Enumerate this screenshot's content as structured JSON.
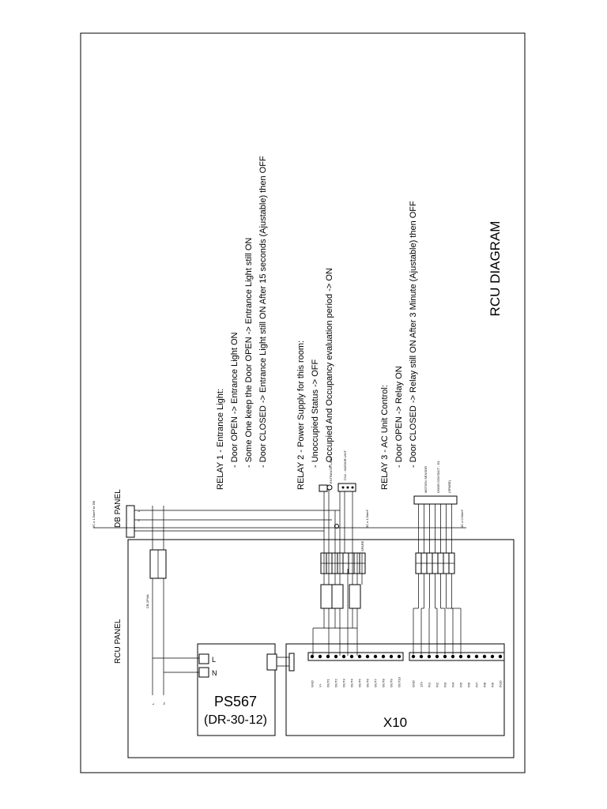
{
  "title": "RCU DIAGRAM",
  "panels": {
    "db": "DB PANEL",
    "rcu": "RCU PANEL"
  },
  "notes": {
    "relay1": {
      "heading": "RELAY 1 - Entrance Light:",
      "lines": [
        "- Door OPEN -> Entrance Light ON",
        "- Some One keep the Door OPEN -> Entrance Light still ON",
        "- Door CLOSED -> Entrance Light still ON After 15 seconds (Ajustable) then OFF"
      ]
    },
    "relay2": {
      "heading": "RELAY 2 - Power Supply for this room:",
      "lines": [
        "- Unoccupied Status -> OFF",
        "- Occupied And Occupancy evaluation period -> ON"
      ]
    },
    "relay3": {
      "heading": "RELAY 3 - AC Unit Control:",
      "lines": [
        "- Door OPEN -> Relay ON",
        "- Door CLOSED -> Relay still ON After 3 Minute (Ajustable) then OFF"
      ]
    }
  },
  "devices": {
    "power_supply": {
      "model": "PS567",
      "part": "(DR-30-12)",
      "terminal_n": "N",
      "terminal_l": "L"
    },
    "controller": {
      "name": "X10"
    },
    "breaker": "CB-1P/4A",
    "supply_l": "L",
    "supply_n": "N"
  },
  "field_labels": {
    "entrance_lamp": "ENTRANCE LAMP",
    "indoor_unit": "CN2 - INDOOR UNIT",
    "motion_sensor": "MOTION SENSOR",
    "door_contact": "DOOR CONTACT - D1",
    "spare": "(SPARE)",
    "spare_relay": "SPARE",
    "cable_top": "2C x 1.5mm² to DB",
    "cable_mid": "3C x 1.5mm²",
    "cable_low": "4C x 0.5mm²"
  },
  "terminals": {
    "outputs": [
      "GND",
      "V+",
      "OUT1",
      "OUT2",
      "OUT3",
      "OUT4",
      "OUT5",
      "OUT6",
      "OUT7",
      "OUT8",
      "OUT9",
      "OUT10"
    ],
    "inputs": [
      "GND",
      "12V",
      "IN1",
      "IN2",
      "IN3",
      "IN4",
      "IN5",
      "IN6",
      "IN7",
      "IN8",
      "IN9",
      "IN10"
    ]
  }
}
